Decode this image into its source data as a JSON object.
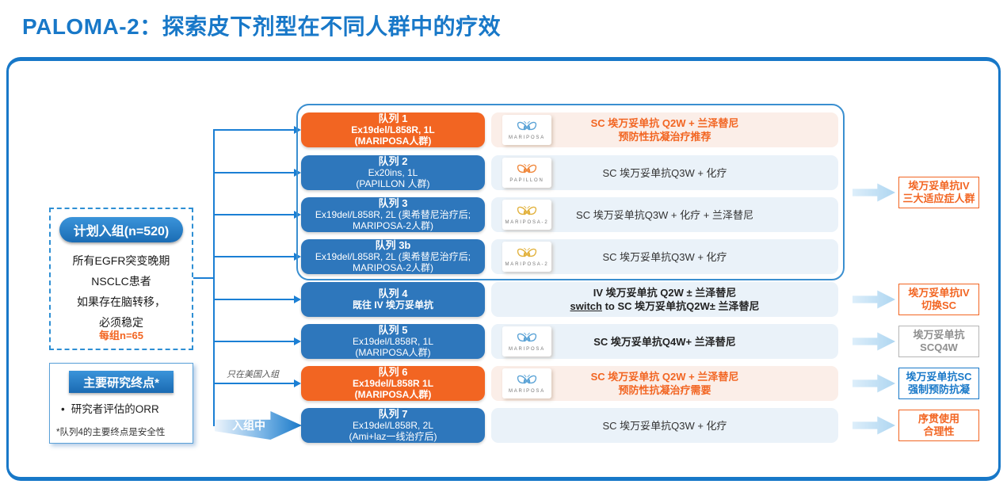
{
  "title": "PALOMA-2：探索皮下剂型在不同人群中的疗效",
  "enrollment_box": {
    "header": "计划入组(n=520)",
    "line1": "所有EGFR突变晚期",
    "line2": "NSCLC患者",
    "line3": "如果存在脑转移，",
    "line4": "必须稳定",
    "per_group": "每组n=65"
  },
  "endpoint_box": {
    "header": "主要研究终点*",
    "bullet_marker": "•",
    "bullet": "研究者评估的ORR",
    "footnote": "*队列4的主要终点是安全性"
  },
  "branch_labels": {
    "us_only": "只在美国入组",
    "enrolling": "入组中"
  },
  "cohorts": [
    {
      "title": "队列 1",
      "line2": "Ex19del/L858R, 1L",
      "line3": "(MARIPOSA人群)"
    },
    {
      "title": "队列 2",
      "line2": "Ex20ins, 1L",
      "line3": "(PAPILLON 人群)"
    },
    {
      "title": "队列 3",
      "line2": "Ex19del/L858R, 2L (奥希替尼治疗后;",
      "line3": "MARIPOSA-2人群)"
    },
    {
      "title": "队列 3b",
      "line2": "Ex19del/L858R, 2L (奥希替尼治疗后;",
      "line3": "MARIPOSA-2人群)"
    },
    {
      "title": "队列 4",
      "line2": "既往 IV 埃万妥单抗",
      "line3": ""
    },
    {
      "title": "队列 5",
      "line2": "Ex19del/L858R, 1L",
      "line3": "(MARIPOSA人群)"
    },
    {
      "title": "队列 6",
      "line2": "Ex19del/L858R 1L",
      "line3": "(MARIPOSA人群)"
    },
    {
      "title": "队列 7",
      "line2": "Ex19del/L858R, 2L",
      "line3": "(Ami+laz一线治疗后)"
    }
  ],
  "logos": {
    "mariposa": "MARIPOSA",
    "papillon": "PAPILLON",
    "mariposa2": "MARIPOSA-2"
  },
  "treatments": [
    {
      "line1": "SC 埃万妥单抗 Q2W + 兰泽替尼",
      "line2": "预防性抗凝治疗推荐"
    },
    {
      "line1": "SC 埃万妥单抗Q3W + 化疗"
    },
    {
      "line1": "SC 埃万妥单抗Q3W + 化疗 + 兰泽替尼"
    },
    {
      "line1": "SC 埃万妥单抗Q3W + 化疗"
    },
    {
      "line1": "IV 埃万妥单抗 Q2W ± 兰泽替尼",
      "switch_word": "switch",
      "line2_rest": " to SC 埃万妥单抗Q2W± 兰泽替尼"
    },
    {
      "line1": "SC 埃万妥单抗Q4W+ 兰泽替尼"
    },
    {
      "line1": "SC 埃万妥单抗 Q2W + 兰泽替尼",
      "line2": "预防性抗凝治疗需要"
    },
    {
      "line1": "SC 埃万妥单抗Q3W + 化疗"
    }
  ],
  "outcomes": [
    {
      "line1": "埃万妥单抗IV",
      "line2": "三大适应症人群"
    },
    {
      "line1": "埃万妥单抗IV",
      "line2": "切换SC"
    },
    {
      "line1": "埃万妥单抗",
      "line2": "SCQ4W"
    },
    {
      "line1": "埃万妥单抗SC",
      "line2": "强制预防抗凝"
    },
    {
      "line1": "序贯使用",
      "line2": "合理性"
    }
  ],
  "colors": {
    "accent_blue": "#1878c8",
    "cohort_blue": "#2e77bc",
    "orange": "#f26522",
    "gray": "#8f8f8f"
  }
}
